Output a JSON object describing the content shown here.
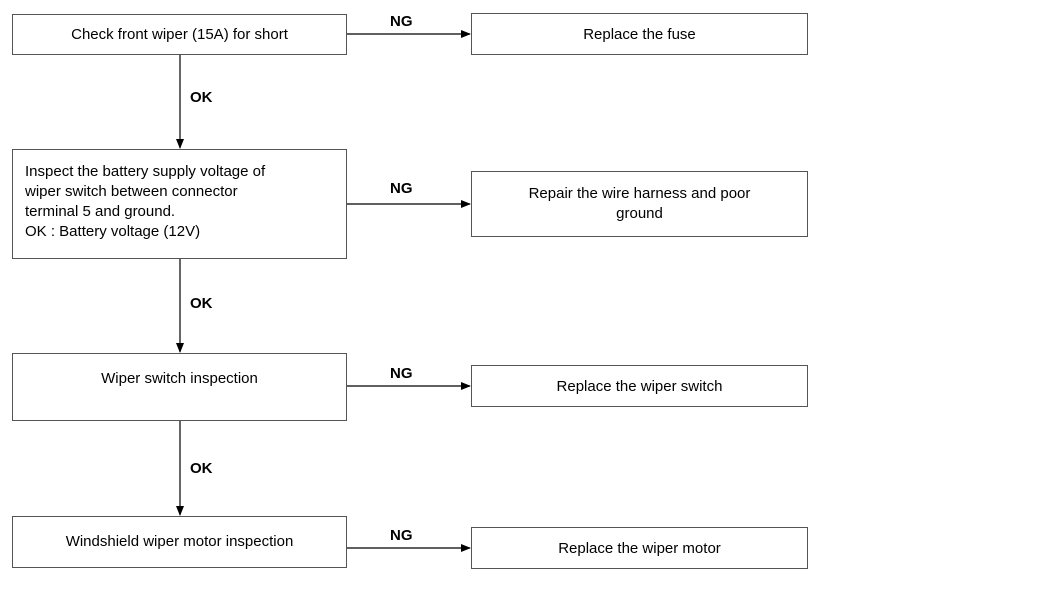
{
  "steps": [
    {
      "text": "Check front wiper (15A) for short"
    },
    {
      "text": "Inspect the battery supply voltage of\nwiper switch between connector\nterminal 5 and ground.\nOK : Battery voltage (12V)"
    },
    {
      "text": "Wiper switch inspection"
    },
    {
      "text": "Windshield wiper motor inspection"
    }
  ],
  "actions": [
    {
      "text": "Replace the fuse"
    },
    {
      "text": "Repair the wire harness and poor\nground"
    },
    {
      "text": "Replace the wiper switch"
    },
    {
      "text": "Replace the wiper motor"
    }
  ],
  "ng_label": "NG",
  "ok_label": "OK"
}
